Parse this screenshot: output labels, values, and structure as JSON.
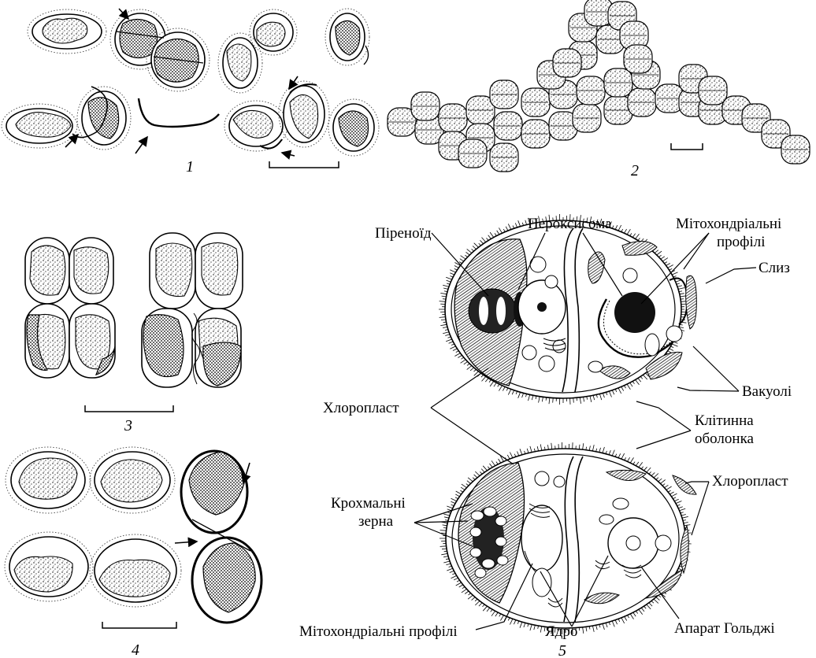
{
  "panels": {
    "p1": "1",
    "p2": "2",
    "p3": "3",
    "p4": "4",
    "p5": "5"
  },
  "labels": {
    "pyrenoid": "Піреноїд",
    "peroxisome": "Пероксисома",
    "mito_profiles_top_1": "Мітохондріальні",
    "mito_profiles_top_2": "профілі",
    "slime": "Слиз",
    "vacuoles": "Вакуолі",
    "chloroplast_left": "Хлоропласт",
    "cell_wall_1": "Клітинна",
    "cell_wall_2": "оболонка",
    "starch_1": "Крохмальні",
    "starch_2": "зерна",
    "chloroplast_right": "Хлоропласт",
    "mito_profiles_bottom": "Мітохондріальні профілі",
    "nucleus": "Ядро",
    "golgi": "Апарат Гольджі"
  }
}
